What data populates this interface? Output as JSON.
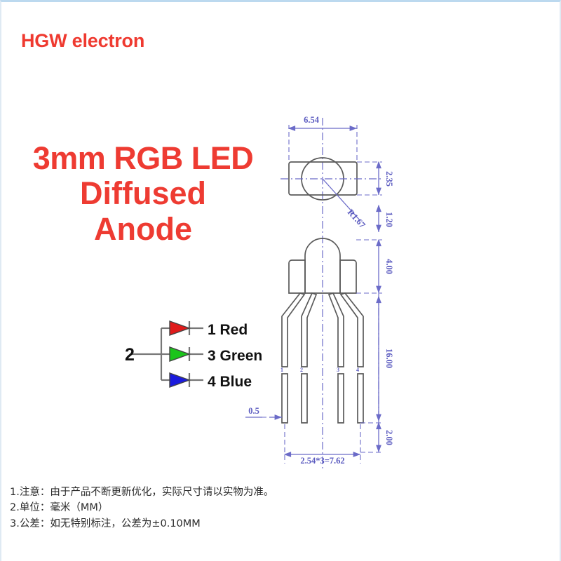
{
  "brand": {
    "name": "HGW electron",
    "color": "#ef3a30"
  },
  "product_title": {
    "line1": "3mm RGB LED",
    "line2": "Diffused",
    "line3": "Anode",
    "color": "#ee3b32"
  },
  "schematic": {
    "common_pin_label": "2",
    "diodes": [
      {
        "pin": "1 Red",
        "color": "#e01b1b"
      },
      {
        "pin": "3 Green",
        "color": "#1bc41b"
      },
      {
        "pin": "4 Blue",
        "color": "#1b1bdd"
      }
    ]
  },
  "drawing": {
    "line_color": "#6b6bc8",
    "outline_color": "#5a5a5a",
    "dimensions": {
      "top_width": "6.54",
      "top_thickness": "2.35",
      "flange_height": "1.20",
      "radius": "R1.67",
      "body_height": "4.00",
      "lead_length": "16.00",
      "lead_width": "0.5",
      "pitch": "2.54*3=7.62",
      "stand_off": "2.00"
    },
    "pin_marks": [
      "1",
      "2",
      "3",
      "4"
    ]
  },
  "notes": {
    "line1": "1.注意：由于产品不断更新优化，实际尺寸请以实物为准。",
    "line2": "2.单位：毫米（MM）",
    "line3": "3.公差：如无特别标注，公差为±0.10MM"
  }
}
